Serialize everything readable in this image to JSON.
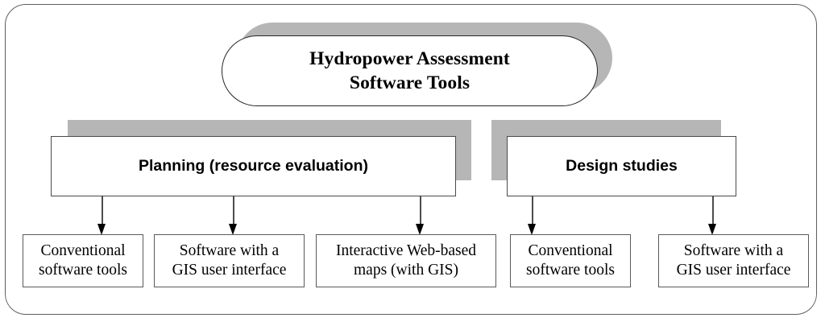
{
  "diagram": {
    "title": "Hydropower Assessment Software Tools",
    "root": {
      "label": "Hydropower Assessment\nSoftware Tools"
    },
    "branches": [
      {
        "label": "Planning (resource evaluation)"
      },
      {
        "label": "Design studies"
      }
    ],
    "leaves": [
      {
        "label": "Conventional\nsoftware tools"
      },
      {
        "label": "Software with a\nGIS user interface"
      },
      {
        "label": "Interactive Web-based\nmaps  (with GIS)"
      },
      {
        "label": "Conventional\nsoftware tools"
      },
      {
        "label": "Software with a\nGIS user interface"
      }
    ],
    "colors": {
      "shadow": "#b6b6b6",
      "box_border": "#3a3a3a",
      "frame_border": "#5f5f5f",
      "arrow": "#000000",
      "text": "#000000",
      "background": "#ffffff"
    }
  }
}
